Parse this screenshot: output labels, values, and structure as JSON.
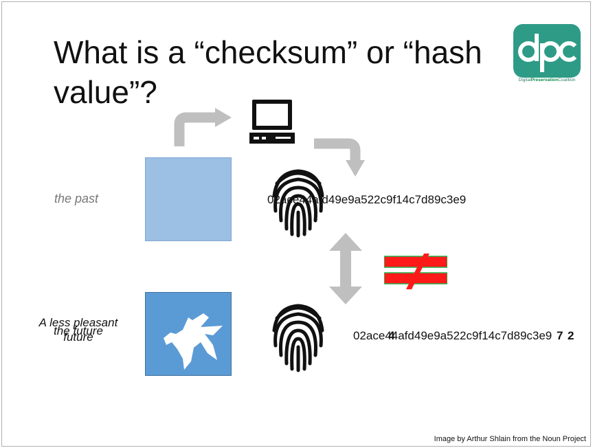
{
  "slide": {
    "title_line1": "What is a “checksum” or “hash",
    "title_line2": "value”?",
    "logo": {
      "name_prefix": "Digital",
      "name_bold": "Preservation",
      "name_suffix": "Coalition",
      "colors": {
        "primary": "#2e9b86",
        "accent": "#0b8f4a"
      }
    },
    "past_label": "the past",
    "future_label_line1": "A less pleasant",
    "future_label_line2": "the future",
    "future_label_line3": "future",
    "hash_past": "02ace44afd49e9a522c9f14c7d89c3e9",
    "hash_future": "02ace44afd49e9a522c9f14c7d89c3e9",
    "hash_future_overlay_1": "4",
    "hash_future_overlay_2": "7",
    "hash_future_overlay_3": "2",
    "credit": "Image by Arthur Shlain from the Noun Project",
    "icons": [
      "computer-icon",
      "fingerprint-icon",
      "not-equal-icon",
      "double-arrow-icon",
      "curved-arrow-icon"
    ],
    "colors": {
      "box_past": "#9cbfe4",
      "box_future": "#5b9bd5",
      "arrow_gray": "#bfbfbf",
      "not_equal_red": "#ff1a1a",
      "not_equal_green": "#22b14c"
    }
  }
}
